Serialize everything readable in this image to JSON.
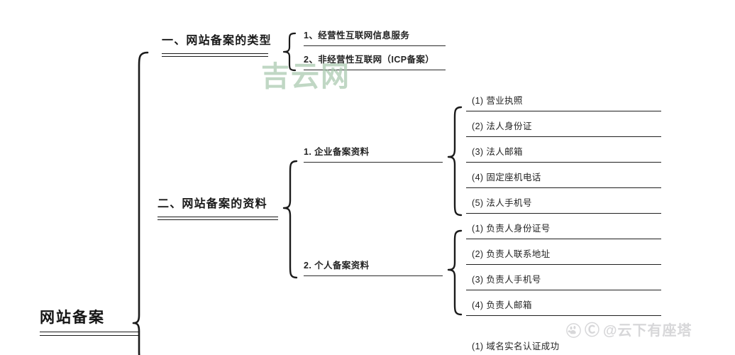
{
  "diagram": {
    "type": "mind-map",
    "root": {
      "label": "网站备案"
    },
    "sections": [
      {
        "label": "一、网站备案的类型",
        "children": [
          {
            "label": "1、经营性互联网信息服务"
          },
          {
            "label": "2、非经营性互联网（ICP备案）"
          }
        ]
      },
      {
        "label": "二、网站备案的资料",
        "children": [
          {
            "label": "1. 企业备案资料",
            "children": [
              {
                "label": "(1) 营业执照"
              },
              {
                "label": "(2) 法人身份证"
              },
              {
                "label": "(3) 法人邮箱"
              },
              {
                "label": "(4) 固定座机电话"
              },
              {
                "label": "(5) 法人手机号"
              }
            ]
          },
          {
            "label": "2. 个人备案资料",
            "children": [
              {
                "label": "(1) 负责人身份证号"
              },
              {
                "label": "(2) 负责人联系地址"
              },
              {
                "label": "(3) 负责人手机号"
              },
              {
                "label": "(4) 负责人邮箱"
              }
            ]
          }
        ]
      },
      {
        "label": "",
        "children": [
          {
            "label": "",
            "children": [
              {
                "label": "(1) 域名实名认证成功"
              }
            ]
          }
        ]
      }
    ]
  },
  "watermarks": {
    "center": "吉云网",
    "baidu_handle": "@云下有座塔",
    "baidu_paw": "baidu-paw-icon"
  },
  "colors": {
    "background": "#ffffff",
    "ink": "#1b1b1b",
    "watermark_green": "#a9c9ae",
    "watermark_grey": "#d7d7d9"
  }
}
